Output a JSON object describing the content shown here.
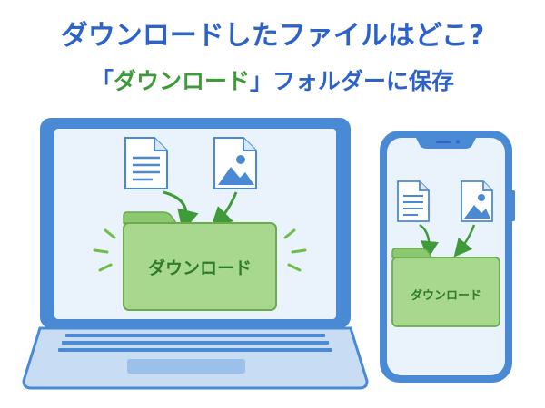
{
  "header": {
    "title": "ダウンロードしたファイルはどこ?",
    "subtitle_open": "「",
    "subtitle_folder": "ダウンロード",
    "subtitle_close": "」",
    "subtitle_rest": "フォルダーに保存"
  },
  "laptop": {
    "folder_label": "ダウンロード",
    "document_icon": "document-icon",
    "image_icon": "image-file-icon",
    "folder_icon": "folder-icon"
  },
  "phone": {
    "folder_label": "ダウンロード",
    "document_icon": "document-icon",
    "image_icon": "image-file-icon",
    "folder_icon": "folder-icon"
  },
  "colors": {
    "title_blue": "#2d63c8",
    "folder_green": "#a8d88e",
    "arrow_green": "#3f9b3a",
    "device_blue": "#4a8ad4",
    "screen_bg": "#eaf3fc"
  }
}
